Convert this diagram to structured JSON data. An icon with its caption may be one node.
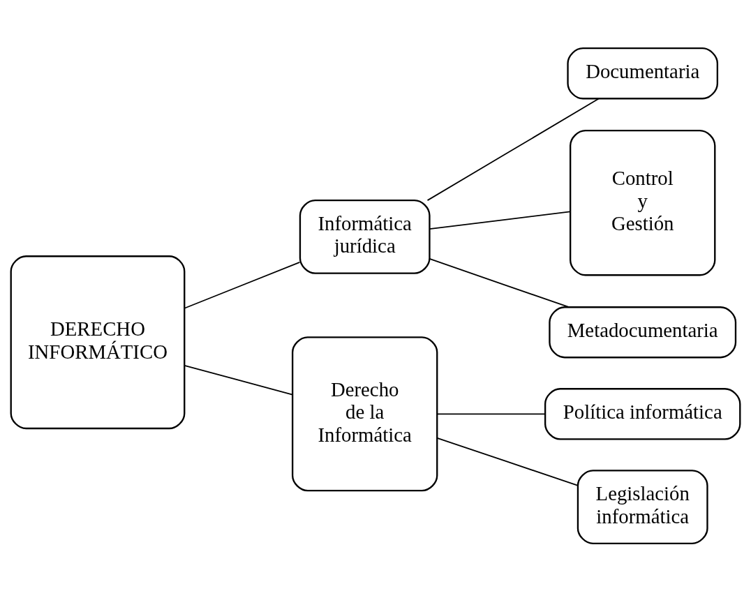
{
  "diagram": {
    "nodes": [
      {
        "text": [
          "DERECHO INFORMÁTICO"
        ]
      },
      {
        "text": [
          "Informática jurídica"
        ]
      },
      {
        "text": [
          "Documentaria"
        ]
      },
      {
        "text": [
          "Control y Gestión"
        ]
      },
      {
        "text": [
          "Metadocumentaria"
        ]
      },
      {
        "text": [
          "Derecho de la Informática"
        ]
      },
      {
        "text": [
          "Política informática"
        ]
      },
      {
        "text": [
          "Legislación informática"
        ]
      }
    ],
    "edges": [
      {
        "from": 0,
        "to": 1,
        "arrow": "none"
      },
      {
        "from": 1,
        "to": 2,
        "arrow": "none"
      },
      {
        "from": 1,
        "to": 3,
        "arrow": "none"
      },
      {
        "from": 1,
        "to": 4,
        "arrow": "none"
      },
      {
        "from": 0,
        "to": 5,
        "arrow": "none"
      },
      {
        "from": 5,
        "to": 6,
        "arrow": "none"
      },
      {
        "from": 5,
        "to": 7,
        "arrow": "none"
      }
    ]
  }
}
